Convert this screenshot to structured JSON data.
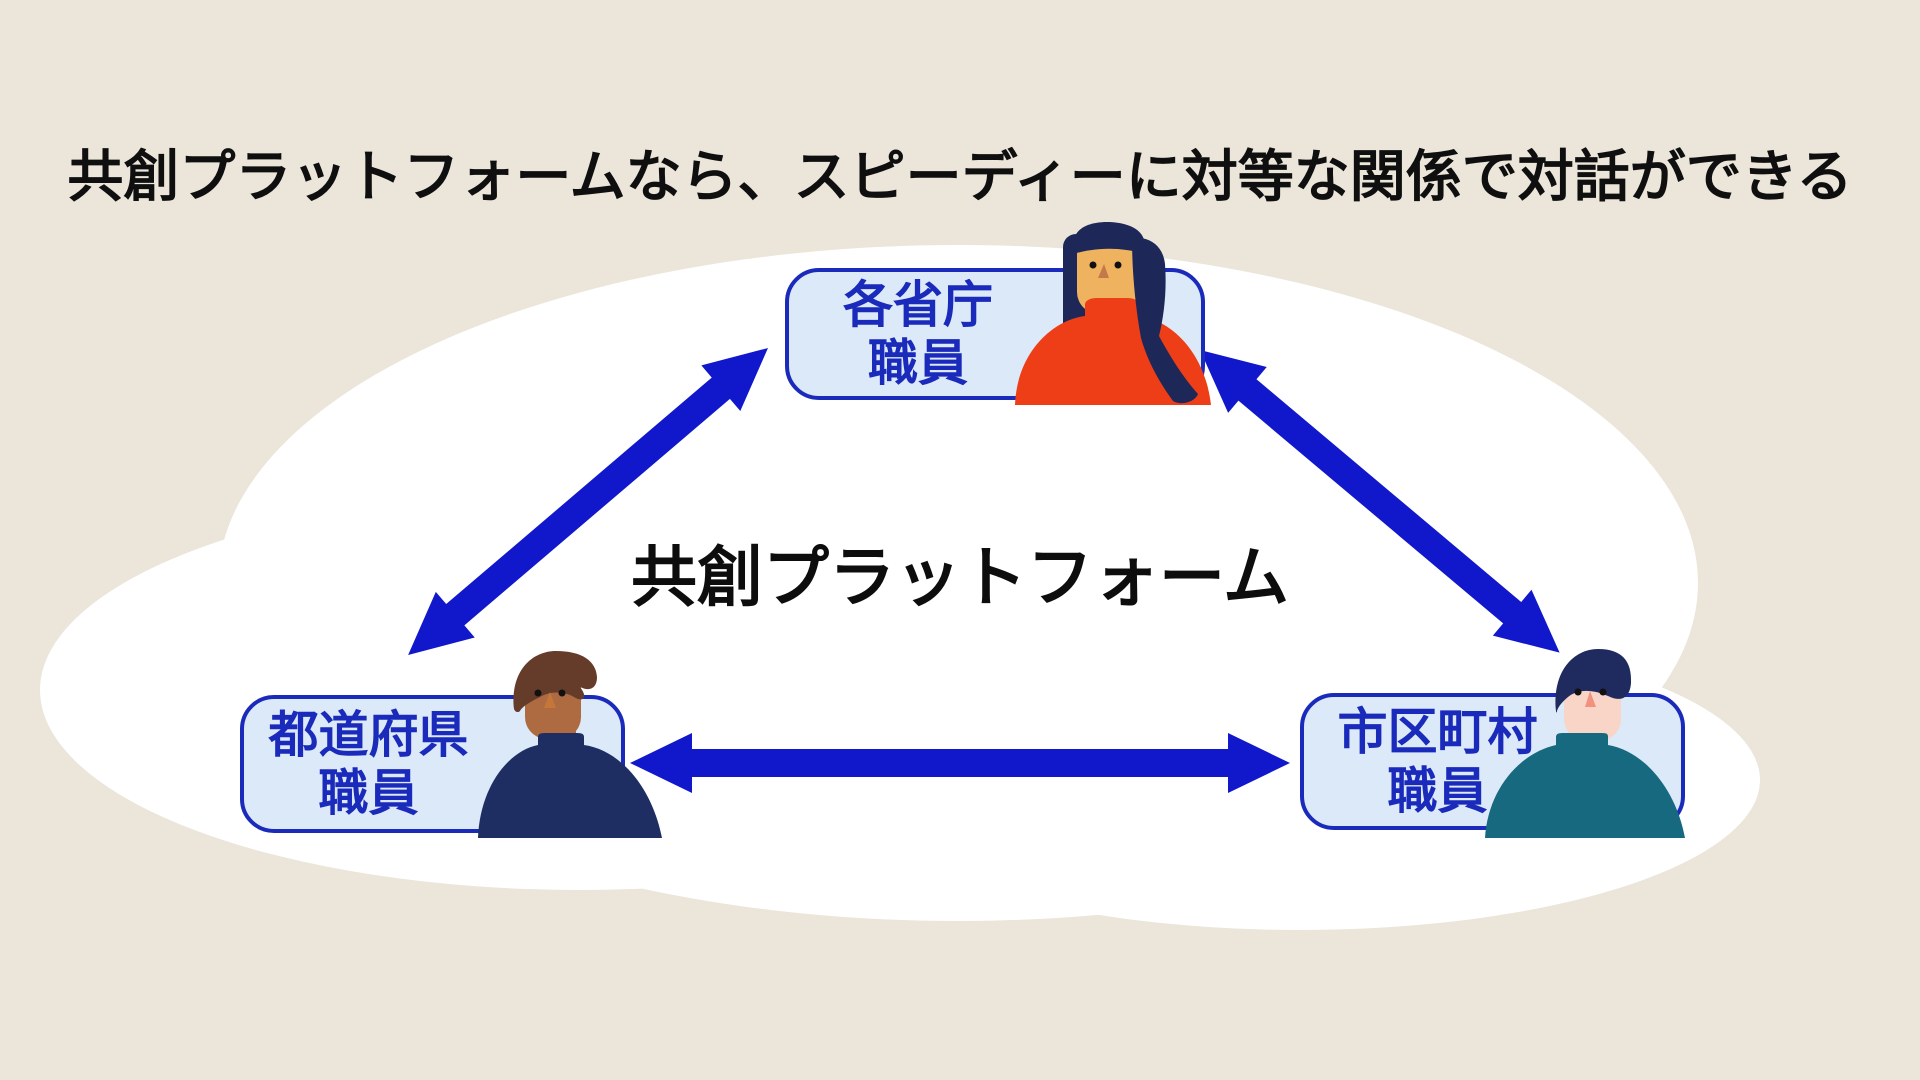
{
  "title": "共創プラットフォームなら、スピーディーに対等な関係で対話ができる",
  "platform_label": "共創プラットフォーム",
  "nodes": {
    "ministry": {
      "line1": "各省庁",
      "line2": "職員"
    },
    "prefecture": {
      "line1": "都道府県",
      "line2": "職員"
    },
    "municipality": {
      "line1": "市区町村",
      "line2": "職員"
    }
  },
  "colors": {
    "background": "#EBE5DA",
    "ellipse": "#FFFFFF",
    "title_text": "#0F0F0F",
    "center_text": "#0D0D0D",
    "box_fill": "#DCE9F8",
    "box_border": "#1A2ABB",
    "label_text": "#1A2ABB",
    "arrow": "#1118CB",
    "eye": "#111111",
    "woman": {
      "hair": "#1E2858",
      "skin": "#EFB25F",
      "nose": "#C4794B",
      "top": "#EE3E17"
    },
    "man": {
      "hair": "#653C2A",
      "skin": "#AE6A40",
      "nose": "#C5763B",
      "top": "#1E2E63"
    },
    "person": {
      "hair": "#1F2A5E",
      "skin": "#F8D5C6",
      "nose": "#F2917C",
      "top": "#17697F"
    }
  }
}
